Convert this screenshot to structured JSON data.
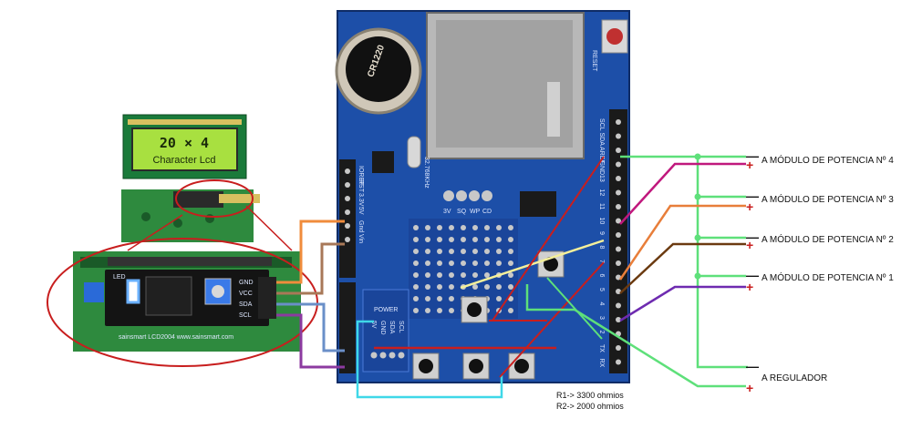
{
  "lcd_module": {
    "screen_line1": "20 × 4",
    "screen_line2": "Character Lcd",
    "i2c_pins": [
      "GND",
      "VCC",
      "SDA",
      "SCL"
    ],
    "led_label": "LED",
    "brand_text": "sainsmart  LCD2004  www.sainsmart.com"
  },
  "shield": {
    "battery_label": "CR1220",
    "crystal_label": "32.768KHz",
    "reset_label": "RESET",
    "header_right_labels": [
      "SCL",
      "SDA",
      "AREF",
      "GND",
      "13",
      "12",
      "11",
      "10",
      "9",
      "8",
      "7",
      "6",
      "5",
      "4",
      "3",
      "2",
      "TX",
      "RX"
    ],
    "header_left_labels": [
      "IOREF",
      "RST",
      "3.3V",
      "5V",
      "Gnd",
      "Vin"
    ],
    "power_labels": [
      "5V",
      "GND",
      "SDA",
      "SCL"
    ],
    "power_title": "POWER",
    "rtc_pins": [
      "3V",
      "SQ",
      "WP",
      "CD"
    ]
  },
  "outputs": {
    "modules": [
      {
        "label": "A MÓDULO DE POTENCIA  Nº 4",
        "color": "#c0187d"
      },
      {
        "label": "A MÓDULO DE POTENCIA Nº 3",
        "color": "#e87e3a"
      },
      {
        "label": "A MÓDULO DE POTENCIA Nº 2",
        "color": "#6b3a10"
      },
      {
        "label": "A MÓDULO DE POTENCIA Nº 1",
        "color": "#6e2bb0"
      }
    ],
    "regulator_label": "A REGULADOR",
    "minus_sign": "—",
    "plus_sign": "+"
  },
  "resistor_notes": {
    "r1": "R1-> 3300 ohmios",
    "r2": "R2-> 2000 ohmios"
  },
  "colors": {
    "board_blue": "#1d4fa8",
    "gnd_green": "#5ee07a",
    "sda_blue": "#6a8fc8",
    "scl_purple": "#8c3aa0",
    "vcc_orange": "#f08c3c",
    "gnd_brown": "#a87858",
    "red_wire": "#c81e1e",
    "yellow_wire": "#f4ef9a",
    "cyan_wire": "#3fd8e8"
  }
}
